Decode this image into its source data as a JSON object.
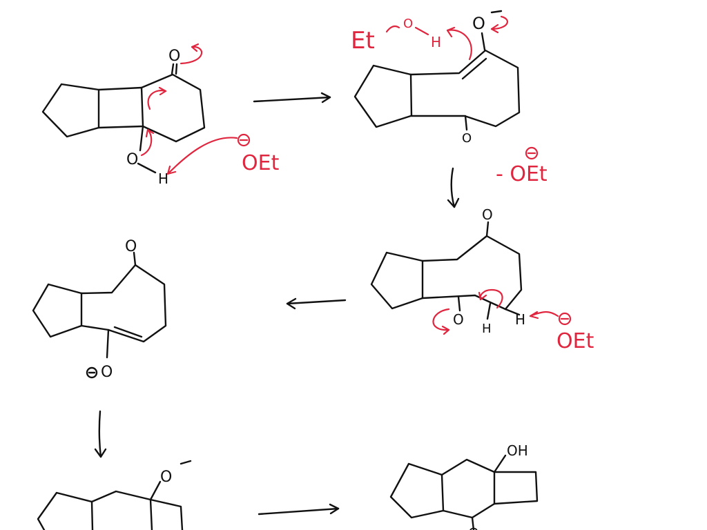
{
  "colors": {
    "ink": "#111111",
    "accent": "#e0263f",
    "background": "#ffffff"
  },
  "labels": {
    "step1": {
      "carbonyl_o": "O",
      "hydroxyl_o": "O",
      "hydroxyl_h": "H",
      "base": "OEt"
    },
    "step2": {
      "enolate_o": "O",
      "ethanol_et": "Et",
      "ethanol_o": "O",
      "ethanol_h": "H",
      "ketone_o": "O",
      "byproduct": "- OEt"
    },
    "step3": {
      "top_o": "O",
      "bottom_o": "O",
      "h_alpha": "H",
      "h_beta": "H",
      "base": "OEt"
    },
    "step4": {
      "top_o": "O",
      "enolate_o": "O"
    },
    "step5": {
      "alkoxide_o": "O"
    },
    "step6": {
      "hydroxyl": "OH",
      "bottom_o": "O"
    }
  }
}
